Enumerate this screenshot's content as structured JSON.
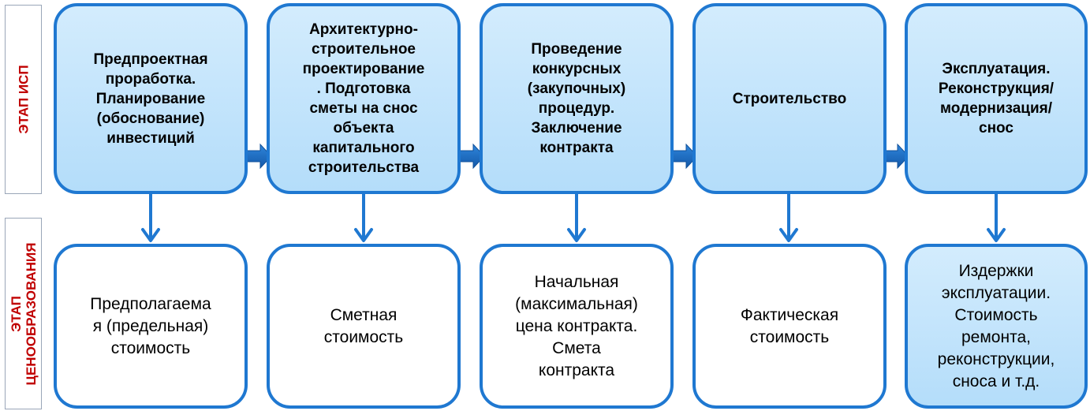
{
  "row_labels": {
    "stage": "ЭТАП ИСП",
    "pricing_line1": "ЭТАП",
    "pricing_line2": "ЦЕНООБРАЗОВАНИЯ"
  },
  "stages": [
    {
      "text": "Предпроектная\nпроработка.\nПланирование\n(обоснование)\nинвестиций"
    },
    {
      "text": "Архитектурно-\nстроительное\nпроектирование\n. Подготовка\nсметы на снос\nобъекта\nкапитального\nстроительства"
    },
    {
      "text": "Проведение\nконкурсных\n(закупочных)\nпроцедур.\nЗаключение\nконтракта"
    },
    {
      "text": "Строительство"
    },
    {
      "text": "Эксплуатация.\nРеконструкция/\nмодернизация/\nснос"
    }
  ],
  "costs": [
    {
      "text": "Предполагаема\nя (предельная)\nстоимость"
    },
    {
      "text": "Сметная\nстоимость"
    },
    {
      "text": "Начальная\n(максимальная)\nцена контракта.\nСмета\nконтракта"
    },
    {
      "text": "Фактическая\nстоимость"
    },
    {
      "text": "Издержки\nэксплуатации.\nСтоимость\nремонта,\nреконструкции,\nсноса и т.д."
    }
  ],
  "colors": {
    "border": "#1f78d1",
    "fill_light": "#d3ecfd",
    "fill_dark": "#b4ddfa",
    "label_text": "#c00000",
    "arrow": "#1f78d1"
  }
}
